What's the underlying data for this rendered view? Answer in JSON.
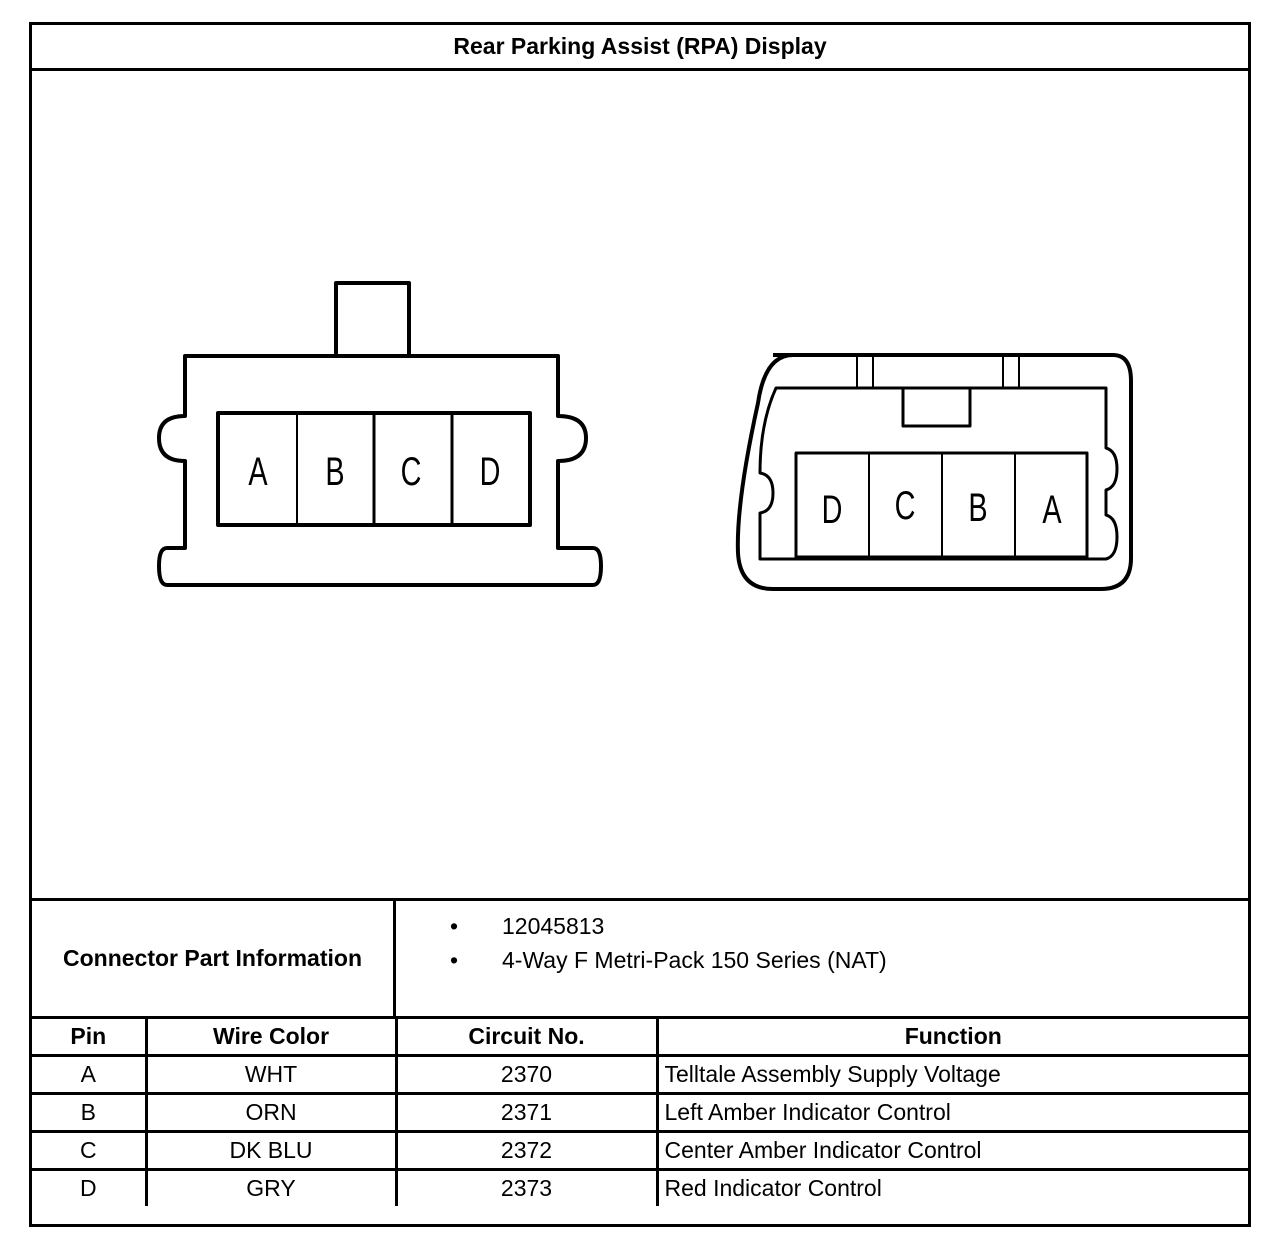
{
  "title": "Rear Parking Assist (RPA) Display",
  "connector_left": {
    "cavities": [
      "A",
      "B",
      "C",
      "D"
    ]
  },
  "connector_right": {
    "cavities": [
      "D",
      "C",
      "B",
      "A"
    ]
  },
  "connector_info": {
    "label": "Connector Part Information",
    "items": [
      "12045813",
      "4-Way F Metri-Pack 150 Series (NAT)"
    ]
  },
  "table": {
    "headers": [
      "Pin",
      "Wire Color",
      "Circuit No.",
      "Function"
    ],
    "rows": [
      {
        "pin": "A",
        "wire": "WHT",
        "circuit": "2370",
        "function": "Telltale Assembly Supply Voltage"
      },
      {
        "pin": "B",
        "wire": "ORN",
        "circuit": "2371",
        "function": "Left Amber Indicator Control"
      },
      {
        "pin": "C",
        "wire": "DK BLU",
        "circuit": "2372",
        "function": "Center Amber Indicator Control"
      },
      {
        "pin": "D",
        "wire": "GRY",
        "circuit": "2373",
        "function": "Red Indicator Control"
      }
    ]
  }
}
